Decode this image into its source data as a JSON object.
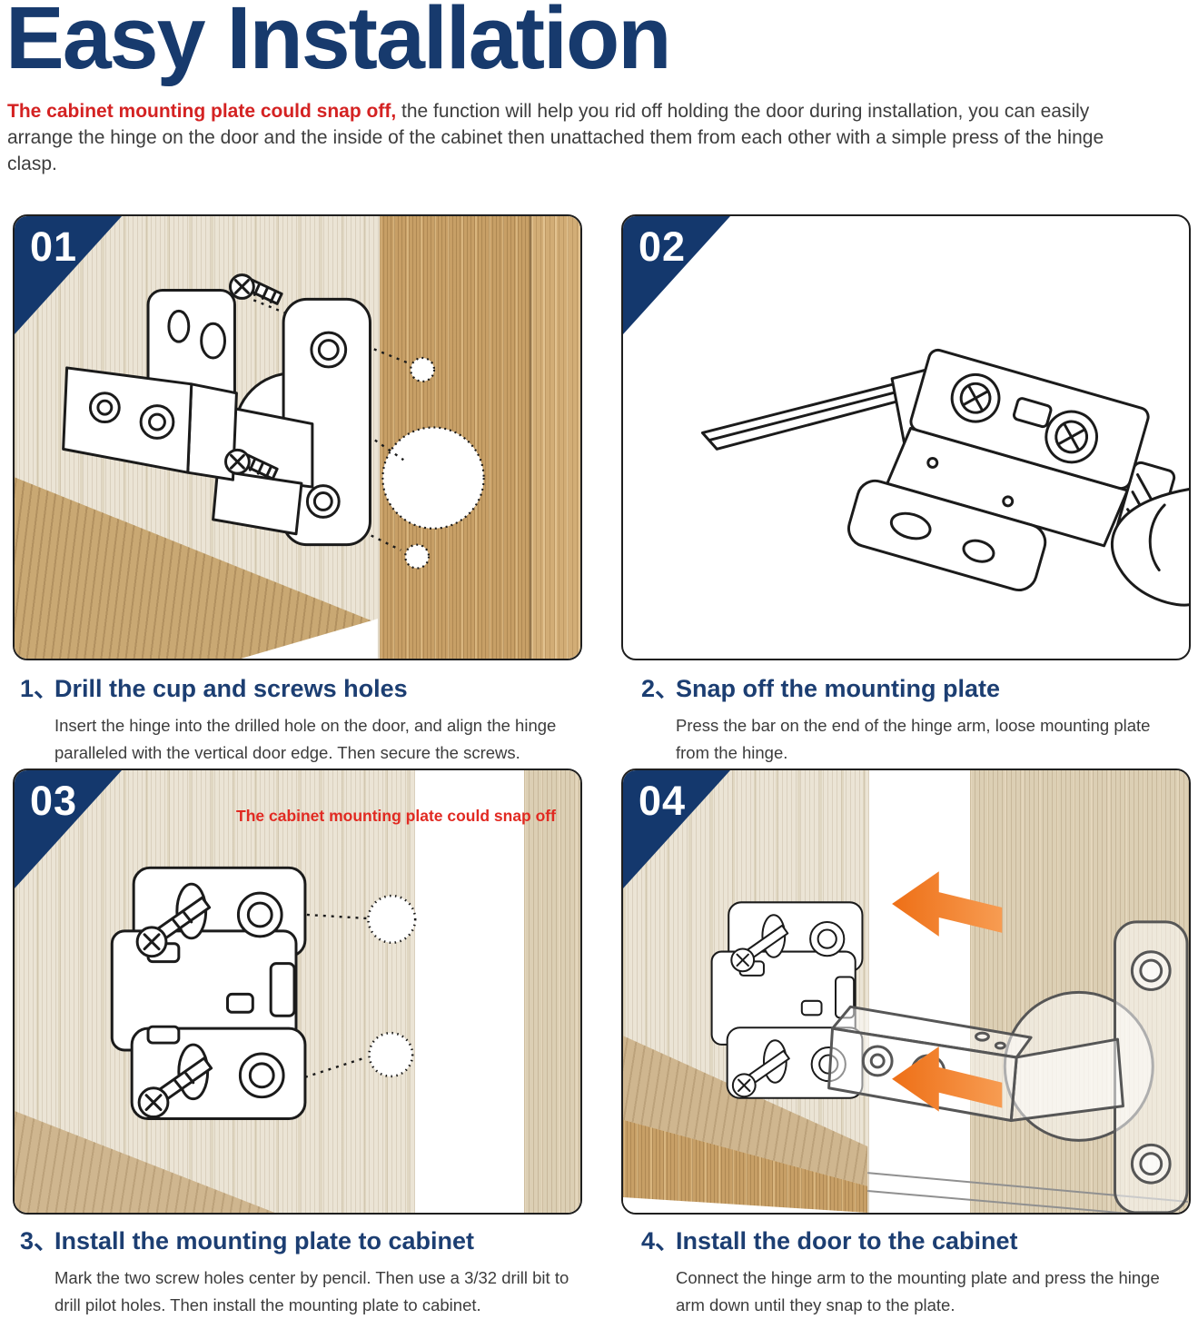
{
  "page": {
    "title": "Easy Installation"
  },
  "intro": {
    "highlight": "The cabinet mounting plate could snap off,",
    "text": " the function will help you rid off holding the door during installation, you can easily arrange the hinge on the door and the inside of the cabinet then unattached them from each other with a simple press of the hinge clasp."
  },
  "colors": {
    "navy": "#14386d",
    "heading_navy": "#1c3e72",
    "red": "#d42222",
    "orange": "#f1731f",
    "body_gray": "#3c3c3c"
  },
  "steps": [
    {
      "badge": "01",
      "number": "1、",
      "title": "Drill the cup and screws holes",
      "description": "Insert the hinge into the drilled hole on the door, and align the hinge paralleled with the vertical door edge. Then secure the screws."
    },
    {
      "badge": "02",
      "number": "2、",
      "title": "Snap off the mounting plate",
      "description": "Press the bar on the end of the hinge arm, loose mounting plate from the hinge."
    },
    {
      "badge": "03",
      "number": "3、",
      "title": "Install the mounting plate to cabinet",
      "description": "Mark the two screw holes center by pencil. Then use a 3/32 drill bit to drill pilot holes. Then install the mounting plate to cabinet.",
      "annotation": "The cabinet mounting plate could snap off"
    },
    {
      "badge": "04",
      "number": "4、",
      "title": "Install the door to the cabinet",
      "description": "Connect the hinge arm to the mounting plate and press the hinge arm down until they snap to the plate."
    }
  ]
}
